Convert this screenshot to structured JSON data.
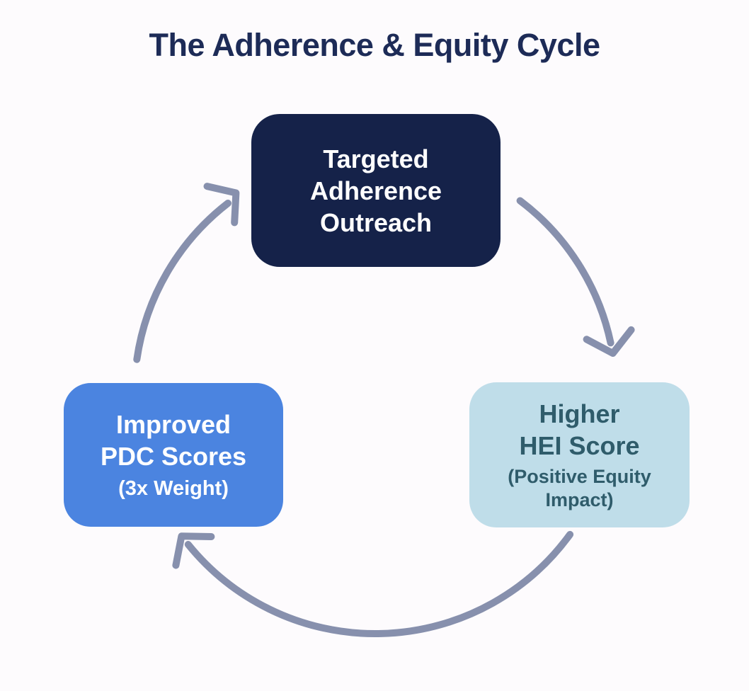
{
  "title": "The Adherence & Equity Cycle",
  "colors": {
    "background": "#fdfbfd",
    "title_text": "#1d2b57",
    "arrow": "#8790ad",
    "top_box_bg": "#152249",
    "top_box_text": "#ffffff",
    "left_box_bg": "#4b84e0",
    "left_box_text": "#ffffff",
    "right_box_bg": "#bfdde9",
    "right_box_text": "#2f5c6b"
  },
  "nodes": {
    "top": {
      "lines": [
        "Targeted",
        "Adherence",
        "Outreach"
      ]
    },
    "right": {
      "lines": [
        "Higher",
        "HEI Score"
      ],
      "note_lines": [
        "(Positive Equity",
        "Impact)"
      ]
    },
    "left": {
      "lines": [
        "Improved",
        "PDC Scores"
      ],
      "note_lines": [
        "(3x Weight)"
      ]
    }
  },
  "flow": [
    "Targeted Adherence Outreach -> Higher HEI Score",
    "Higher HEI Score -> Improved PDC Scores",
    "Improved PDC Scores -> Targeted Adherence Outreach"
  ]
}
